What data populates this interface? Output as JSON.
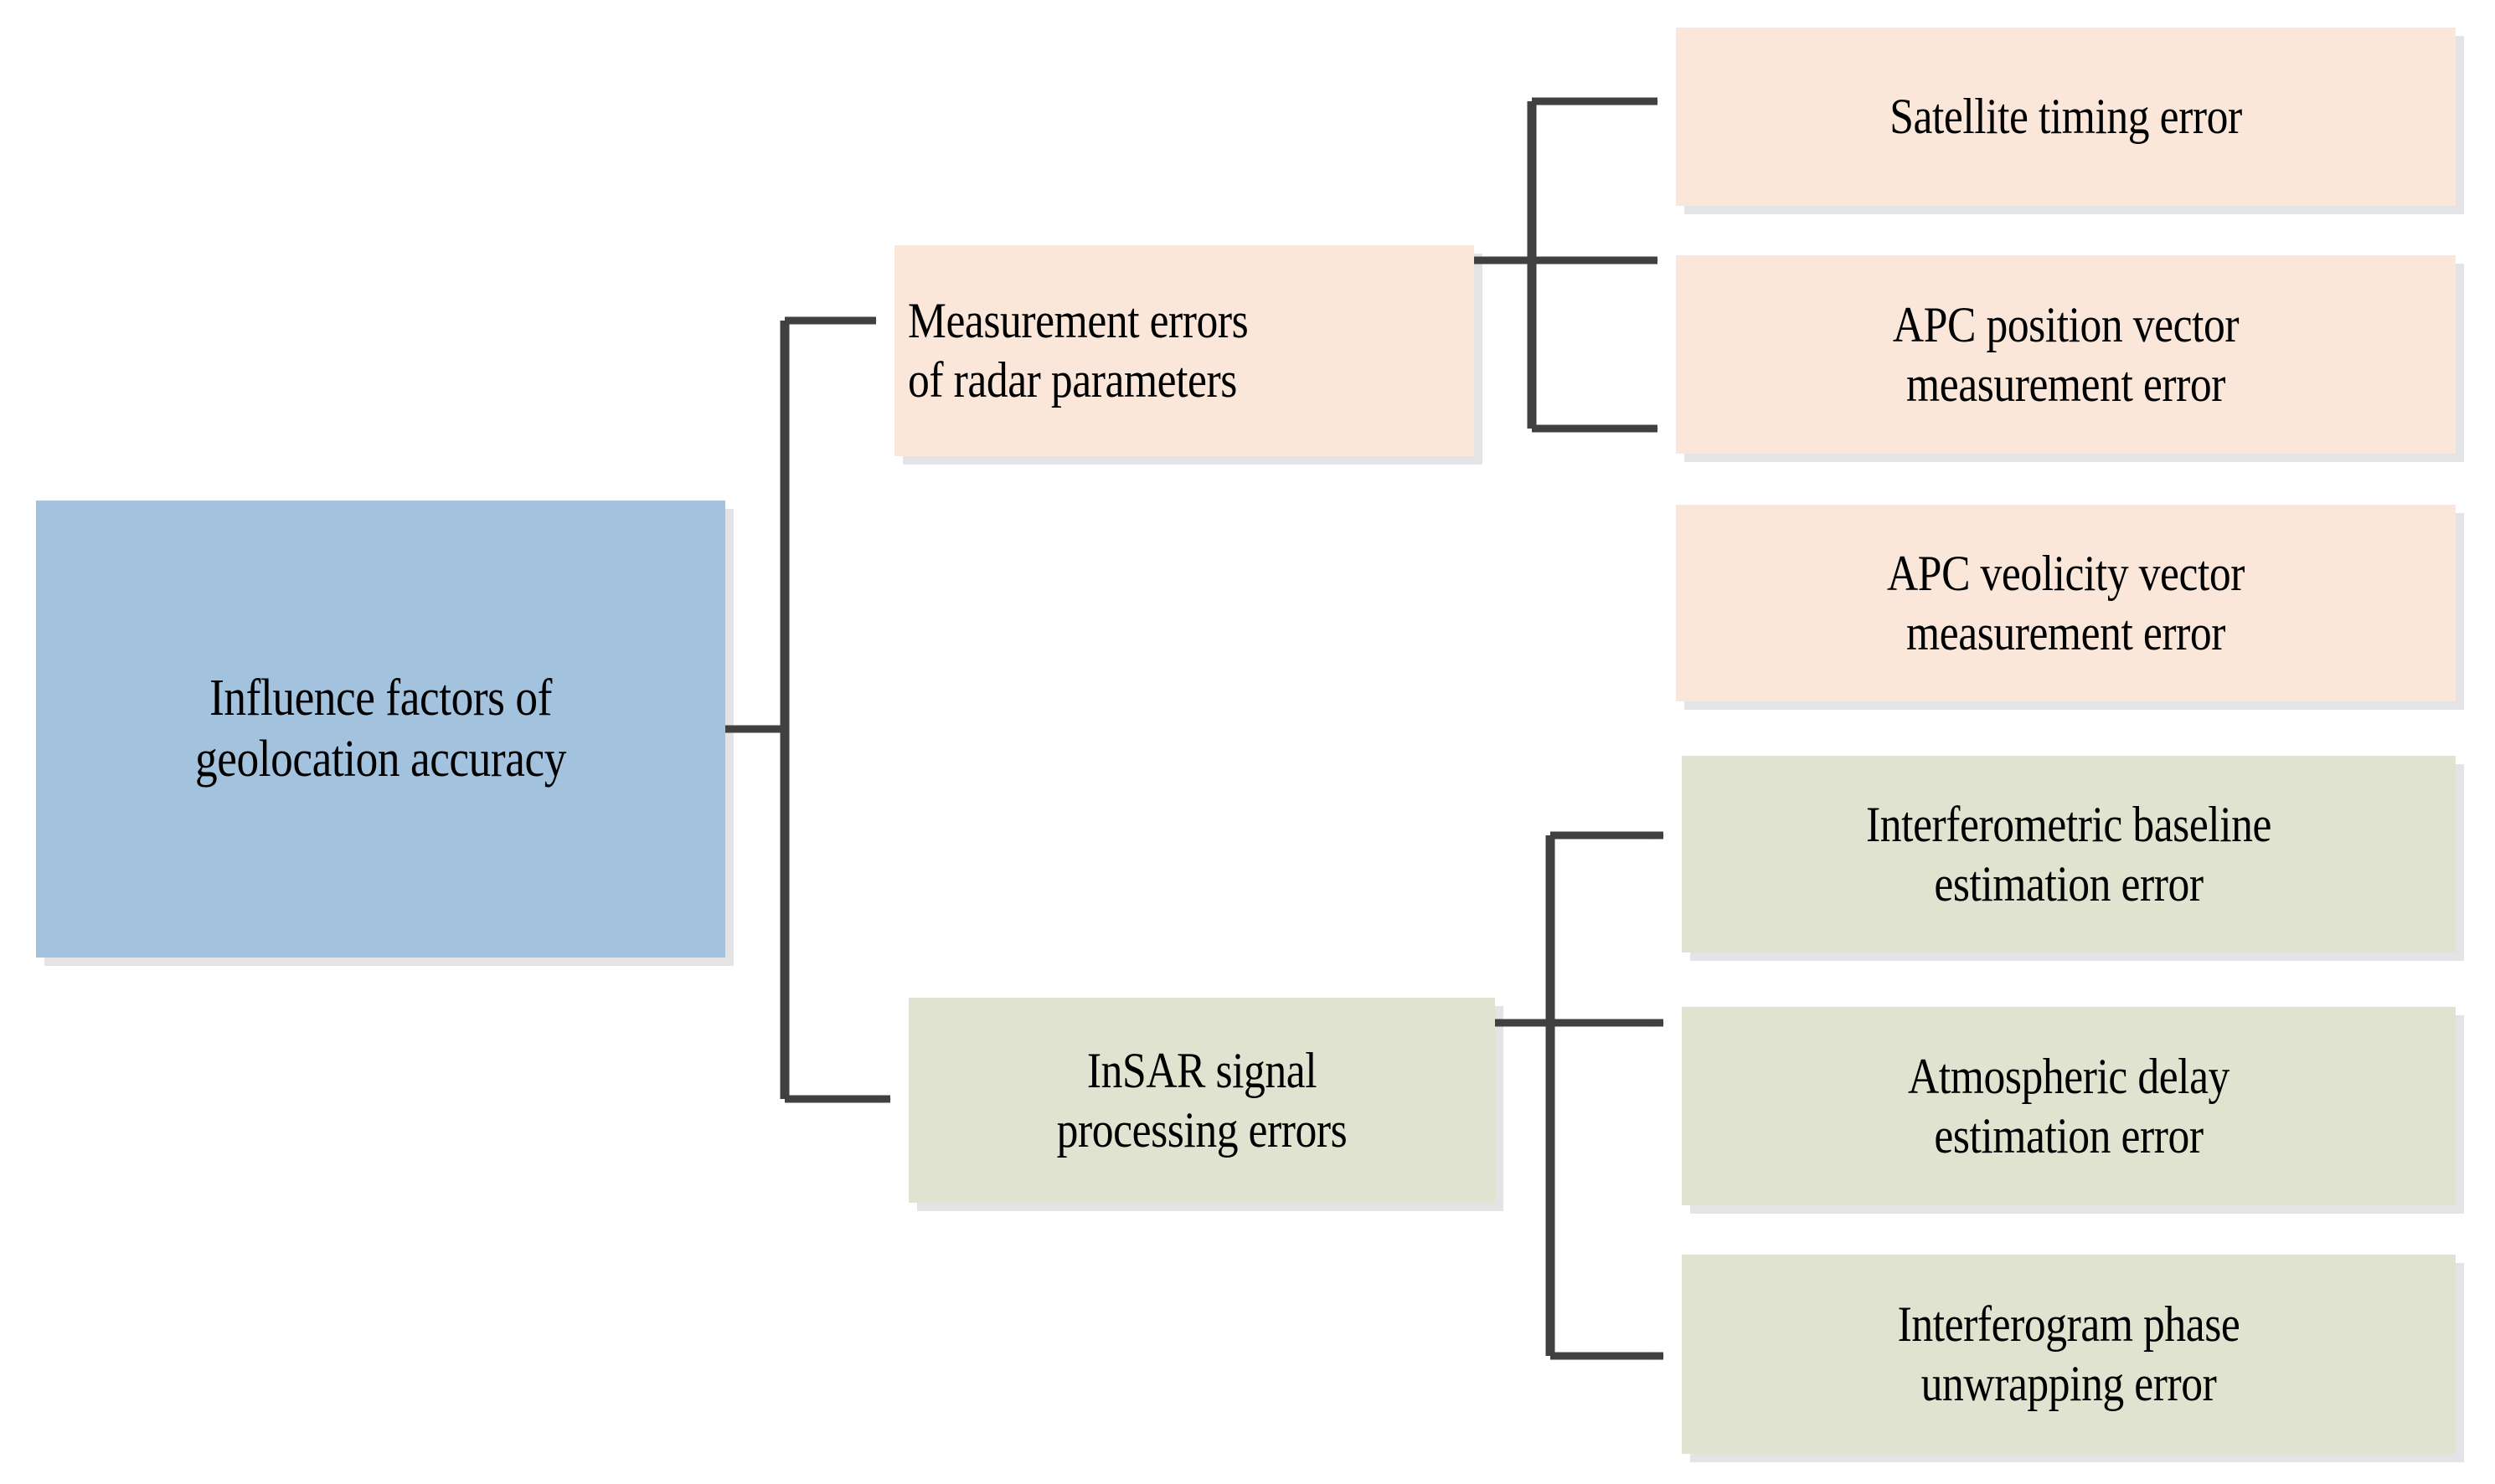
{
  "diagram": {
    "title": "Influence factors of geolocation accuracy",
    "type": "tree",
    "colors": {
      "root_fill": "#a2c2dd",
      "measurement_fill": "#fae7d9",
      "insar_fill": "#dfe3cf",
      "connector": "#404040",
      "shadow": "#e4e4e6",
      "text": "#000000",
      "background": "#ffffff"
    },
    "root": {
      "label": "Influence factors of\ngeolocation accuracy"
    },
    "branches": [
      {
        "id": "measurement",
        "label": "Measurement errors\nof radar parameters",
        "children": [
          {
            "id": "satellite-timing",
            "label": "Satellite timing error"
          },
          {
            "id": "apc-position",
            "label": "APC position vector\nmeasurement error"
          },
          {
            "id": "apc-velocity",
            "label": "APC veolicity vector\nmeasurement error"
          }
        ]
      },
      {
        "id": "insar",
        "label": "InSAR signal\nprocessing errors",
        "children": [
          {
            "id": "baseline",
            "label": "Interferometric baseline\nestimation error"
          },
          {
            "id": "atmospheric",
            "label": "Atmospheric delay\nestimation error"
          },
          {
            "id": "unwrapping",
            "label": "Interferogram phase\nunwrapping error"
          }
        ]
      }
    ]
  }
}
